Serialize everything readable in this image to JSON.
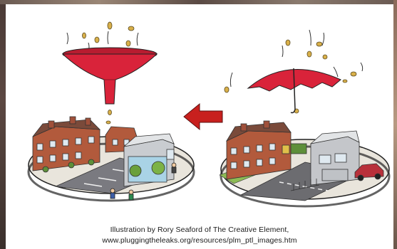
{
  "slide": {
    "caption_line1": "Illustration by Rory Seaford of The Creative Element,",
    "caption_line2": "www.pluggingtheleaks.org/resources/plm_ptl_images.htm"
  },
  "illustration": {
    "left_panel_object": "funnel",
    "right_panel_object": "umbrella",
    "arrow_direction": "left",
    "colors": {
      "funnel_red": "#d9233a",
      "umbrella_red": "#d9233a",
      "arrow_red": "#c8201e",
      "coin_gold": "#d9b04a",
      "brick": "#b25a3c",
      "roof": "#7a4a3a",
      "road": "#6c6c70",
      "grass": "#8dbb55"
    }
  }
}
